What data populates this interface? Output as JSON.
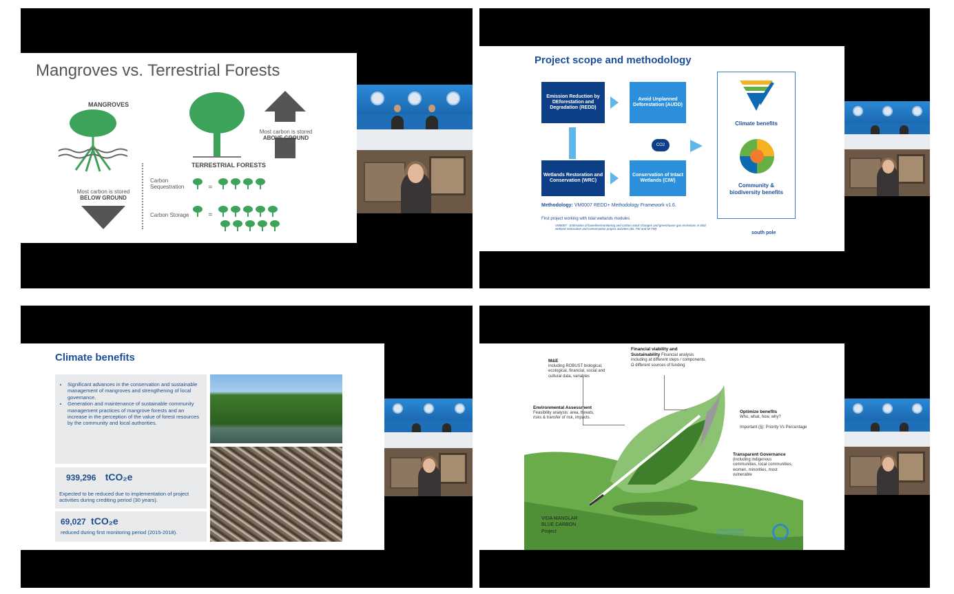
{
  "panel1": {
    "title": "Mangroves vs. Terrestrial Forests",
    "mangroves_label": "MANGROVES",
    "terrestrial_label": "TERRESTRIAL FORESTS",
    "above_text": "Most carbon is stored",
    "above_bold": "ABOVE GROUND",
    "below_text": "Most carbon is stored",
    "below_bold": "BELOW GROUND",
    "seq_label": "Carbon Sequestration",
    "storage_label": "Carbon Storage",
    "colors": {
      "tree": "#3da35a",
      "arrow": "#555555"
    }
  },
  "panel2": {
    "title": "Project scope and methodology",
    "box_redd": "Emission Reduction by DEforestation and Degradation (REDD)",
    "box_aufd": "Avoid Unplanned Deforestation (AUDD)",
    "box_wrc": "Wetlands Restoration and Conservation (WRC)",
    "box_ciw": "Conservation of Intact Wetlands (CIW)",
    "co2": "CO2",
    "methodology_label": "Methodology:",
    "methodology_value": "VM0007 REDD+ Methodology Framework v1.6.",
    "first_project": "First project working with tidal wetlands modules",
    "fine_print": "VM0007 - Estimation of baseline/monitoring and carbon stock changes and greenhouse gas emissions in tidal wetland restoration and conservation project activities (BL-TW and M-TW)",
    "climate_benefits": "Climate benefits",
    "community_benefits": "Community & biodiversity benefits",
    "logo": "south pole",
    "colors": {
      "dark_box": "#0d3f86",
      "light_box": "#2b8fdc",
      "arrow": "#5fb6ea"
    }
  },
  "panel3": {
    "title": "Climate benefits",
    "bullets": [
      "Significant advances in the conservation and sustainable management of mangroves and strengthening of local governance.",
      "Generation and maintenance of sustainable community management practices of mangrove forests and an increase in the perception of the value of forest resources by the community and local authorities."
    ],
    "metric1_value": "939,296",
    "metric1_unit": "tCO₂e",
    "metric1_desc": "Expected to be reduced due to implementation of project activities during crediting period (30 years).",
    "metric2_value": "69,027",
    "metric2_unit": "tCO₂e",
    "metric2_desc": "reduced during first monitoring period (2015-2018)."
  },
  "panel4": {
    "me_title": "M&E",
    "me_text": "including ROBUST biological, ecological, financial, social and cultural data, variables",
    "fin_title": "Financial viability and Sustainability",
    "fin_text": "Financial analysis including at different steps / components. Ω different sources of funding",
    "env_title": "Environmental Assessment",
    "env_text": "Feasibility analysis: area, threats, risks & transfer of risk, impacts.",
    "opt_title": "Optimize benefits",
    "opt_text": "Who, what, how, why?",
    "important": "Important (§): Priority Vs Percentage",
    "gov_title": "Transparent Governance",
    "gov_text": "(including indigenous communities, local communities, women, minorities, most vulnerable",
    "project_name": "VIDA MANGLAR BLUE CARBON Project",
    "logo": "CONSERVATION INTERNATIONAL"
  }
}
